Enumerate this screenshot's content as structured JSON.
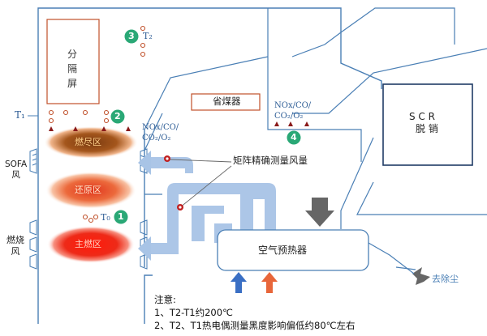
{
  "labels": {
    "partition_screen": [
      "分",
      "隔",
      "屏"
    ],
    "economizer": "省煤器",
    "scr": "S C R",
    "scr_sub": "脱 销",
    "burnout_zone": "燃尽区",
    "reduction_zone": "还原区",
    "main_burn_zone": "主燃区",
    "air_preheater": "空气预热器",
    "to_dust": "去除尘",
    "matrix_air": "矩阵精确测量风量",
    "sofa_air": [
      "SOFA",
      "风"
    ],
    "burner_air": [
      "燃烧",
      "风"
    ],
    "t1": "T₁",
    "t2": "T₂",
    "t0": "T₀",
    "gas_label_2": [
      "NOx/CO/",
      "CO₂/O₂"
    ],
    "gas_label_4": [
      "NOx/CO/",
      "CO₂/O₂"
    ]
  },
  "markers": [
    "1",
    "2",
    "3",
    "4"
  ],
  "notes": {
    "title": "注意:",
    "items": [
      "1、T2-T1约200℃",
      "2、T2、T1热电偶测量黑度影响偏低约80℃左右"
    ]
  },
  "colors": {
    "outline": "#4a7fb5",
    "duct": "#a8c4e6",
    "marker": "#2aa876",
    "arrow_blue": "#3a6fc4",
    "arrow_orange": "#e8663a",
    "arrow_gray": "#666666"
  }
}
